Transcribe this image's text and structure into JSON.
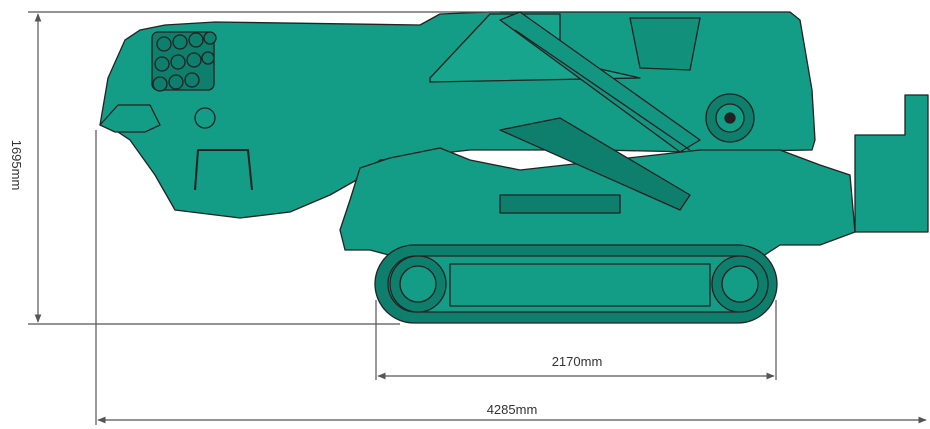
{
  "colors": {
    "body": "#139c86",
    "body_shade": "#0e7f6c",
    "outline": "#222222",
    "dimension_line": "#555555",
    "background": "#ffffff"
  },
  "dimensions": {
    "height": "1695mm",
    "track_length": "2170mm",
    "overall_length": "4285mm"
  }
}
